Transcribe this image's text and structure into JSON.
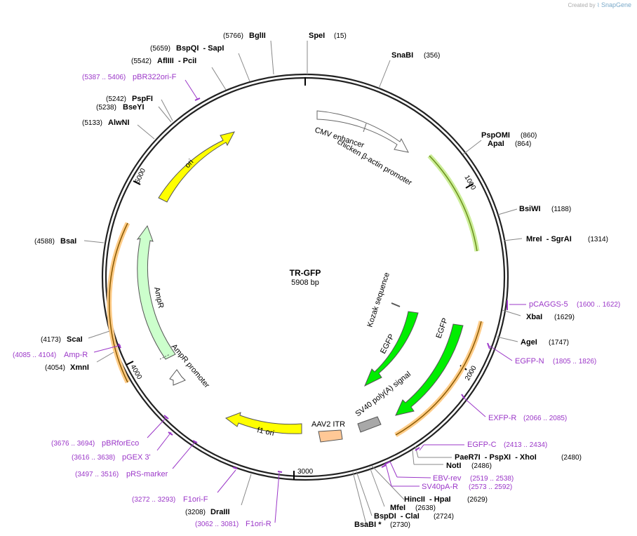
{
  "credit": {
    "prefix": "Created by",
    "brand": "SnapGene"
  },
  "plasmid": {
    "name": "TR-GFP",
    "length_label": "5908 bp",
    "length": 5908
  },
  "ticks": [
    "1000",
    "2000",
    "3000",
    "4000",
    "5000"
  ],
  "sites": [
    {
      "name": "SpeI",
      "pos": "(15)"
    },
    {
      "name": "SnaBI",
      "pos": "(356)"
    },
    {
      "name": "PspOMI",
      "pos": "(860)"
    },
    {
      "name": "ApaI",
      "pos": "(864)"
    },
    {
      "name": "BsiWI",
      "pos": "(1188)"
    },
    {
      "name": "MreI  - SgrAI",
      "pos": "(1314)"
    },
    {
      "name": "XbaI",
      "pos": "(1629)"
    },
    {
      "name": "AgeI",
      "pos": "(1747)"
    },
    {
      "name": "PaeR7I  - PspXI  - XhoI",
      "pos": "(2480)"
    },
    {
      "name": "NotI",
      "pos": "(2486)"
    },
    {
      "name": "HincII  - HpaI",
      "pos": "(2629)"
    },
    {
      "name": "MfeI",
      "pos": "(2638)"
    },
    {
      "name": "BspDI  - ClaI",
      "pos": "(2724)"
    },
    {
      "name": "BsaBI *",
      "pos": "(2730)"
    },
    {
      "name": "DraIII",
      "pos": "(3208)"
    },
    {
      "name": "XmnI",
      "pos": "(4054)"
    },
    {
      "name": "ScaI",
      "pos": "(4173)"
    },
    {
      "name": "BsaI",
      "pos": "(4588)"
    },
    {
      "name": "AlwNI",
      "pos": "(5133)"
    },
    {
      "name": "BseYI",
      "pos": "(5238)"
    },
    {
      "name": "PspFI",
      "pos": "(5242)"
    },
    {
      "name": "AflIII  - PciI",
      "pos": "(5542)"
    },
    {
      "name": "BspQI  - SapI",
      "pos": "(5659)"
    },
    {
      "name": "BglII",
      "pos": "(5766)"
    }
  ],
  "primers": [
    {
      "name": "pCAGGS-5",
      "pos": "(1600 .. 1622)"
    },
    {
      "name": "EGFP-N",
      "pos": "(1805 .. 1826)"
    },
    {
      "name": "EXFP-R",
      "pos": "(2066 .. 2085)"
    },
    {
      "name": "EGFP-C",
      "pos": "(2413 .. 2434)"
    },
    {
      "name": "EBV-rev",
      "pos": "(2519 .. 2538)"
    },
    {
      "name": "SV40pA-R",
      "pos": "(2573 .. 2592)"
    },
    {
      "name": "F1ori-R",
      "pos": "(3062 .. 3081)"
    },
    {
      "name": "F1ori-F",
      "pos": "(3272 .. 3293)"
    },
    {
      "name": "pRS-marker",
      "pos": "(3497 .. 3516)"
    },
    {
      "name": "pGEX 3'",
      "pos": "(3616 .. 3638)"
    },
    {
      "name": "pBRforEco",
      "pos": "(3676 .. 3694)"
    },
    {
      "name": "Amp-R",
      "pos": "(4085 .. 4104)"
    },
    {
      "name": "pBR322ori-F",
      "pos": "(5387 .. 5406)"
    }
  ],
  "features": [
    {
      "name": "CMV enhancer"
    },
    {
      "name": "chicken β-actin promoter"
    },
    {
      "name": "Kozak sequence"
    },
    {
      "name": "EGFP"
    },
    {
      "name": "EGFP"
    },
    {
      "name": "SV40 poly(A) signal"
    },
    {
      "name": "AAV2 ITR"
    },
    {
      "name": "f1 ori"
    },
    {
      "name": "AmpR promoter"
    },
    {
      "name": "AmpR"
    },
    {
      "name": "ori"
    }
  ],
  "colors": {
    "backbone": "#222222",
    "primer": "#9b37c8",
    "ori": "#ffff00",
    "egfp": "#00ee00",
    "ampr": "#ccffcc",
    "itr": "#ffc896",
    "polya": "#a8a8a8",
    "orf_orange": "#ffcc88",
    "orf_green": "#ccee99"
  }
}
